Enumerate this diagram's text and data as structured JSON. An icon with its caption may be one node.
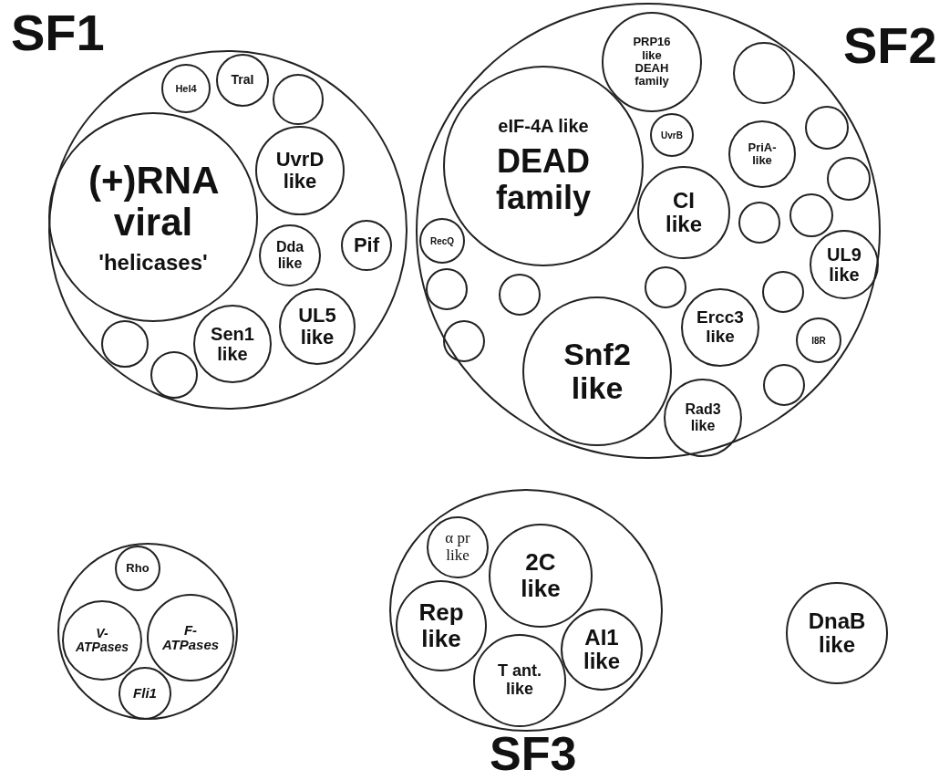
{
  "diagram": {
    "nodes": [
      {
        "text": [
          "SF1"
        ]
      },
      {
        "text": [
          "Hel4"
        ],
        "in": 0
      },
      {
        "text": [
          "TraI"
        ],
        "in": 0
      },
      {
        "text": [],
        "shape": "circle",
        "in": 0
      },
      {
        "text": [
          "(+)RNA viral",
          "'helicases'"
        ],
        "in": 0
      },
      {
        "text": [
          "UvrD like"
        ],
        "in": 0
      },
      {
        "text": [
          "Dda like"
        ],
        "in": 0
      },
      {
        "text": [
          "Pif"
        ],
        "in": 0
      },
      {
        "text": [],
        "shape": "circle",
        "in": 0
      },
      {
        "text": [
          "UL5 like"
        ],
        "in": 0
      },
      {
        "text": [],
        "shape": "circle",
        "in": 0
      },
      {
        "text": [
          "Sen1 like"
        ],
        "in": 0
      },
      {
        "text": [
          "SF2"
        ]
      },
      {
        "text": [
          "PRP16 like DEAH family"
        ],
        "in": 12
      },
      {
        "text": [],
        "shape": "circle",
        "in": 12
      },
      {
        "text": [
          "eIF-4A like",
          "DEAD family"
        ],
        "in": 12
      },
      {
        "text": [
          "UvrB"
        ],
        "in": 12
      },
      {
        "text": [],
        "shape": "circle",
        "in": 12
      },
      {
        "text": [
          "PriA- like"
        ],
        "in": 12
      },
      {
        "text": [],
        "shape": "circle",
        "in": 12
      },
      {
        "text": [
          "CI like"
        ],
        "in": 12
      },
      {
        "text": [],
        "shape": "circle",
        "in": 12
      },
      {
        "text": [],
        "shape": "circle",
        "in": 12
      },
      {
        "text": [
          "RecQ"
        ],
        "in": 12
      },
      {
        "text": [
          "UL9 like"
        ],
        "in": 12
      },
      {
        "text": [],
        "shape": "circle",
        "in": 12
      },
      {
        "text": [],
        "shape": "circle",
        "in": 12
      },
      {
        "text": [],
        "shape": "circle",
        "in": 12
      },
      {
        "text": [],
        "shape": "circle",
        "in": 12
      },
      {
        "text": [
          "Ercc3 like"
        ],
        "in": 12
      },
      {
        "text": [],
        "shape": "circle",
        "in": 12
      },
      {
        "text": [
          "I8R"
        ],
        "in": 12
      },
      {
        "text": [
          "Snf2 like"
        ],
        "in": 12
      },
      {
        "text": [],
        "shape": "circle",
        "in": 12
      },
      {
        "text": [
          "Rad3 like"
        ],
        "in": 12
      },
      {
        "text": [],
        "shape": "circle"
      },
      {
        "text": [
          "Rho"
        ],
        "in": 35
      },
      {
        "text": [
          "V- ATPases"
        ],
        "in": 35
      },
      {
        "text": [
          "F- ATPases"
        ],
        "in": 35
      },
      {
        "text": [
          "Fli1"
        ],
        "in": 35
      },
      {
        "text": [
          "SF3"
        ]
      },
      {
        "text": [
          "α pr like"
        ],
        "in": 40
      },
      {
        "text": [
          "2C like"
        ],
        "in": 40
      },
      {
        "text": [
          "Rep like"
        ],
        "in": 40
      },
      {
        "text": [
          "AI1 like"
        ],
        "in": 40
      },
      {
        "text": [
          "T ant. like"
        ],
        "in": 40
      },
      {
        "text": [
          "DnaB like"
        ]
      }
    ]
  }
}
